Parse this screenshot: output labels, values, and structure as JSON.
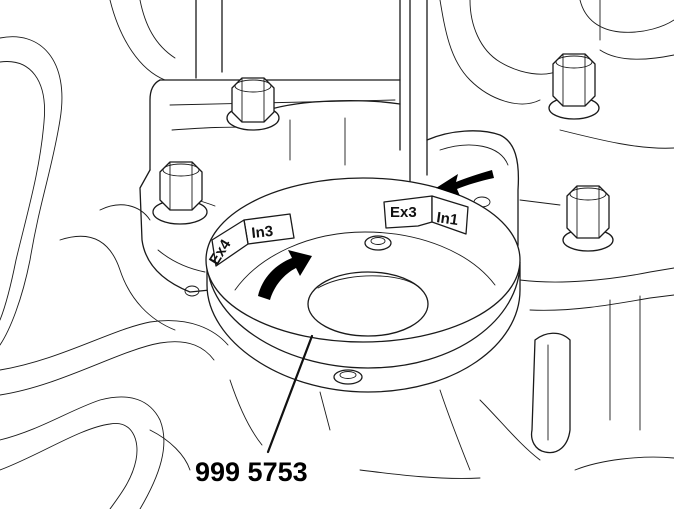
{
  "labels": {
    "ex3": "Ex3",
    "in1": "In1",
    "in3": "In3",
    "ex4": "Ex4",
    "part_number": "999 5753"
  },
  "colors": {
    "line": "#1a1a1a",
    "background": "#ffffff",
    "arrow": "#000000"
  }
}
